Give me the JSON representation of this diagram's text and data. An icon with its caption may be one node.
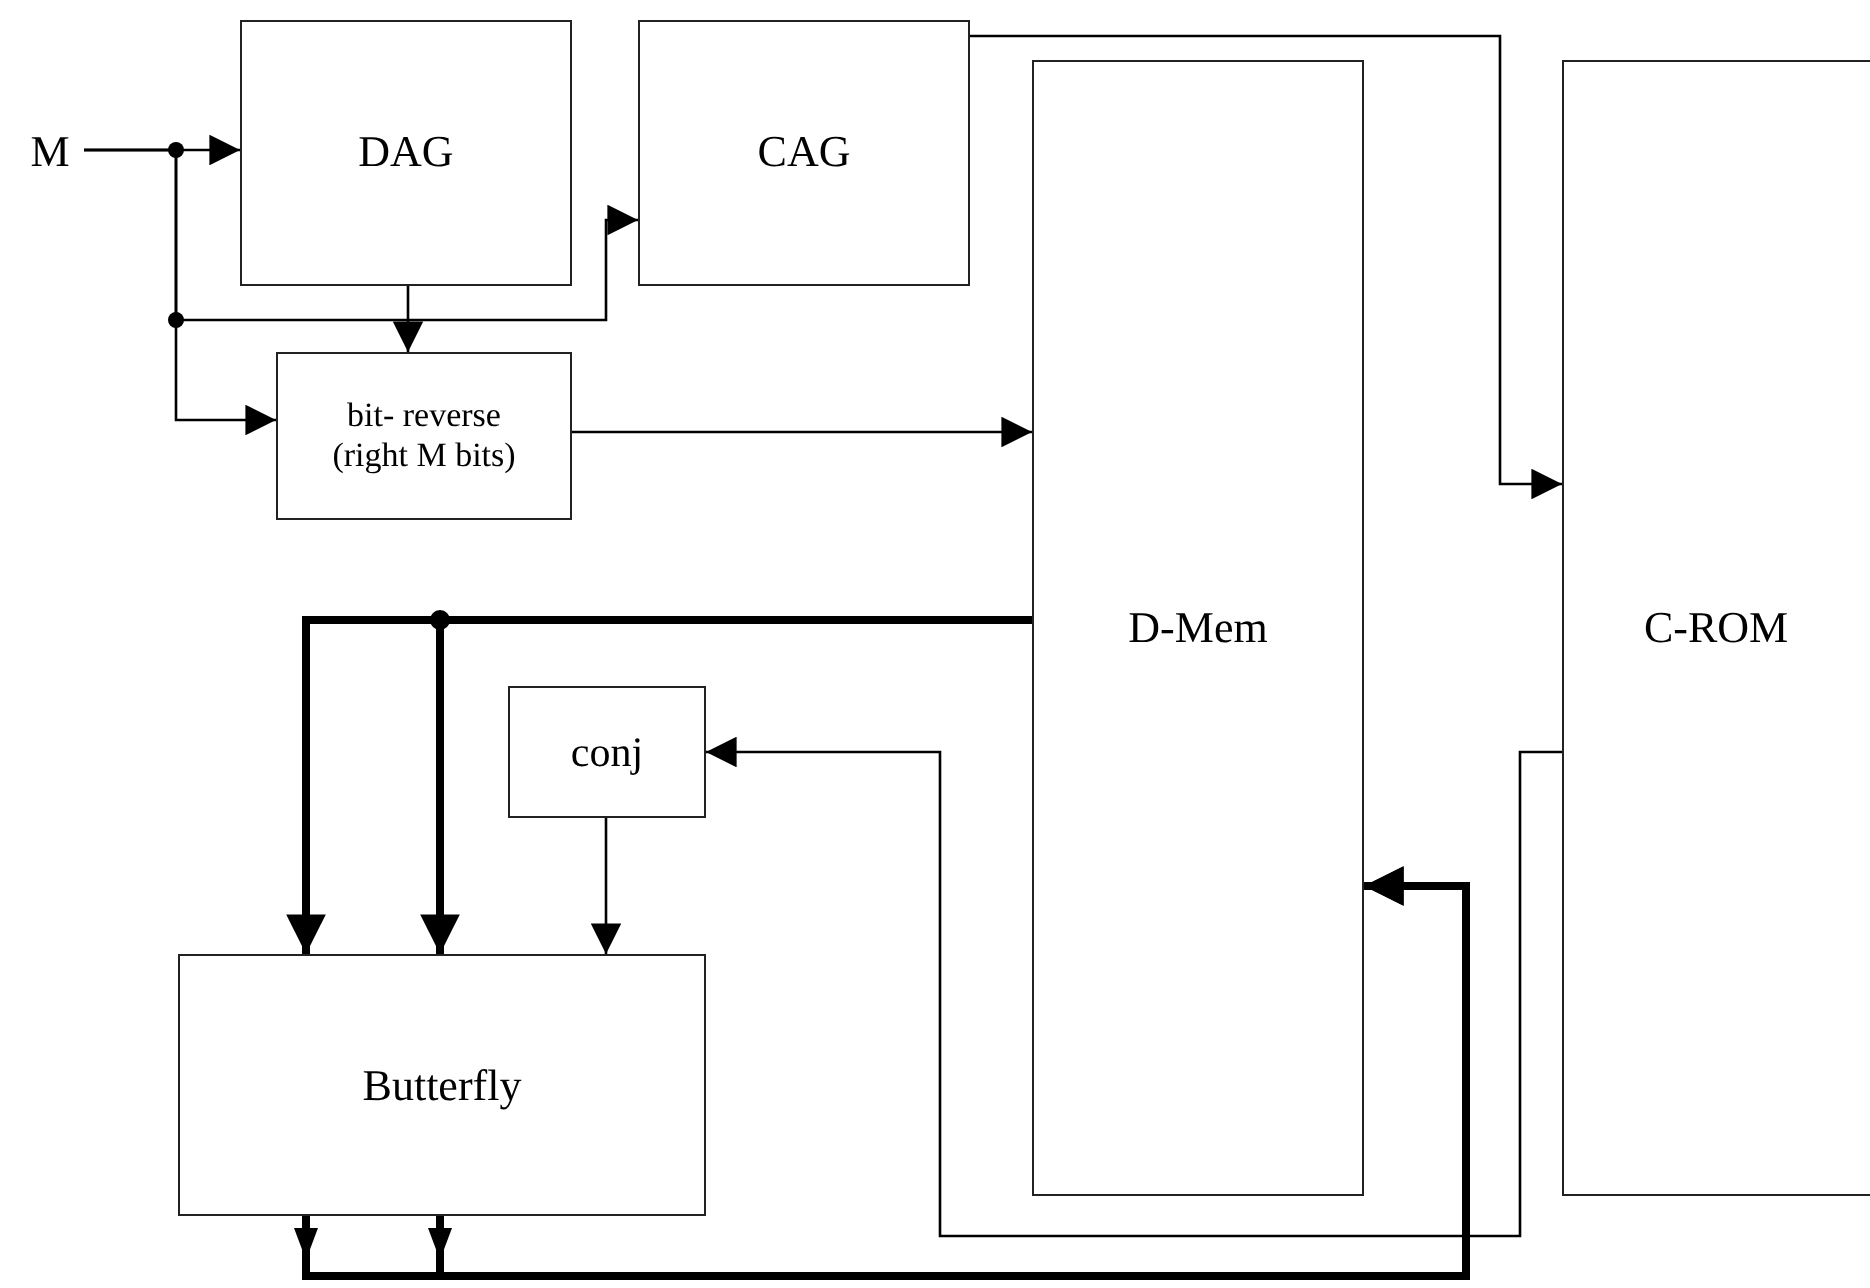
{
  "diagram": {
    "nodes": [
      {
        "text": [
          "M"
        ]
      },
      {
        "text": [
          "DAG"
        ]
      },
      {
        "text": [
          "CAG"
        ]
      },
      {
        "text": [
          "D-Mem"
        ]
      },
      {
        "text": [
          "C-ROM"
        ]
      },
      {
        "text": [
          "bit- reverse (right M bits)"
        ]
      },
      {
        "text": [
          "conj"
        ]
      },
      {
        "text": [
          "Butterfly"
        ]
      }
    ],
    "edges": [
      {
        "from": 0,
        "to": 1,
        "arrow": "to"
      },
      {
        "from": 0,
        "to": 2,
        "arrow": "to"
      },
      {
        "from": 0,
        "to": 5,
        "arrow": "to"
      },
      {
        "from": 1,
        "to": 5,
        "arrow": "to"
      },
      {
        "from": 5,
        "to": 3,
        "arrow": "to"
      },
      {
        "from": 2,
        "to": 4,
        "arrow": "to"
      },
      {
        "from": 3,
        "to": 7,
        "arrow": "to",
        "style": "thick"
      },
      {
        "from": 3,
        "to": 7,
        "arrow": "to",
        "style": "thick"
      },
      {
        "from": 4,
        "to": 6,
        "arrow": "to"
      },
      {
        "from": 6,
        "to": 7,
        "arrow": "to"
      },
      {
        "from": 7,
        "to": 3,
        "arrow": "to",
        "style": "thick"
      },
      {
        "from": 7,
        "to": 3,
        "arrow": "to",
        "style": "thick"
      }
    ]
  }
}
